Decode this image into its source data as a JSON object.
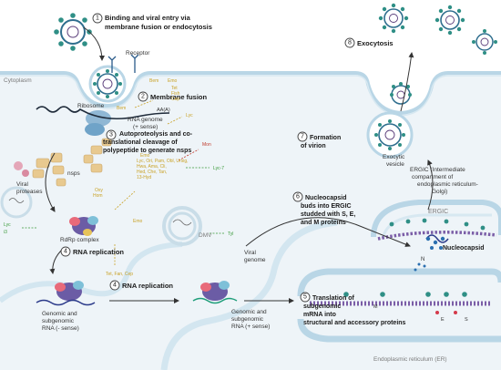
{
  "steps": {
    "s1": {
      "num": "1",
      "line1": "Binding and viral entry via",
      "line2": "membrane fusion or endocytosis"
    },
    "s2": {
      "num": "2",
      "label": "Membrane fusion"
    },
    "s3": {
      "num": "3",
      "line1": "Autoproteolysis and co-",
      "line2": "translational cleavage of",
      "line3": "polypeptide to generate nsps"
    },
    "s4a": {
      "num": "4",
      "label": "RNA replication"
    },
    "s4b": {
      "num": "4",
      "label": "RNA replication"
    },
    "s5": {
      "num": "5",
      "line1": "Translation of",
      "line2": "subgenomic",
      "line3": "mRNA into",
      "line4": "structural and accessory proteins"
    },
    "s6": {
      "num": "6",
      "line1": "Nucleocapsid",
      "line2": "buds into ERGIC",
      "line3": "studded with S, E,",
      "line4": "and M proteins"
    },
    "s7": {
      "num": "7",
      "line1": "Formation",
      "line2": "of virion"
    },
    "s8": {
      "num": "8",
      "label": "Exocytosis"
    }
  },
  "labels": {
    "cytoplasm": "Cytoplasm",
    "receptor": "Receptor",
    "ribosome": "Ribosome",
    "polya": "AA(A)",
    "rna_genome_1": "RNA genome",
    "rna_genome_2": "(+ sense)",
    "nsps": "nsps",
    "viral_proteases_1": "Viral",
    "viral_proteases_2": "proteases",
    "rdrp": "RdRp complex",
    "dmv": "DMV",
    "genomic_neg_1": "Genomic and",
    "genomic_neg_2": "subgenomic",
    "genomic_neg_3": "RNA (- sense)",
    "genomic_pos_1": "Genomic and",
    "genomic_pos_2": "subgenomic",
    "genomic_pos_3": "RNA (+ sense)",
    "viral_genome_1": "Viral",
    "viral_genome_2": "genome",
    "exocytic_1": "Exocytic",
    "exocytic_2": "vesicle",
    "ergic_1": "ERGIC (Intermediate",
    "ergic_2": "compartment of",
    "ergic_3": "endoplasmic reticulum-",
    "ergic_4": "Golgi)",
    "ergic": "ERGIC",
    "nucleocapsid": "Nucleocapsid",
    "n": "N",
    "m": "M",
    "e": "E",
    "s": "S",
    "er": "Endoplasmic reticulum (ER)"
  },
  "drugs": {
    "bem1": "Bem",
    "emo": "Emo",
    "tet1": "Tet",
    "fish": "Fish",
    "cep1": "Cep",
    "bem2": "Bem",
    "lyc1": "Lyc",
    "mon": "Mon",
    "lyc7": "Lyc-7",
    "emo2": "Emo",
    "list1": "Lyc, Ori, Pam, Obl, Ursig,",
    "list2": "Hwa, Ama, Cli,",
    "list3": "Hed, Che, Tan,",
    "list4": "13-Hyd",
    "list5": "",
    "oxy": "Oxy",
    "hom": "Hom",
    "emo3": "Emo",
    "lyc2": "Lyc",
    "i3": "i3",
    "tyl": "Tyl",
    "tet_fan_cep": "Tet, Fan, Cep"
  }
}
